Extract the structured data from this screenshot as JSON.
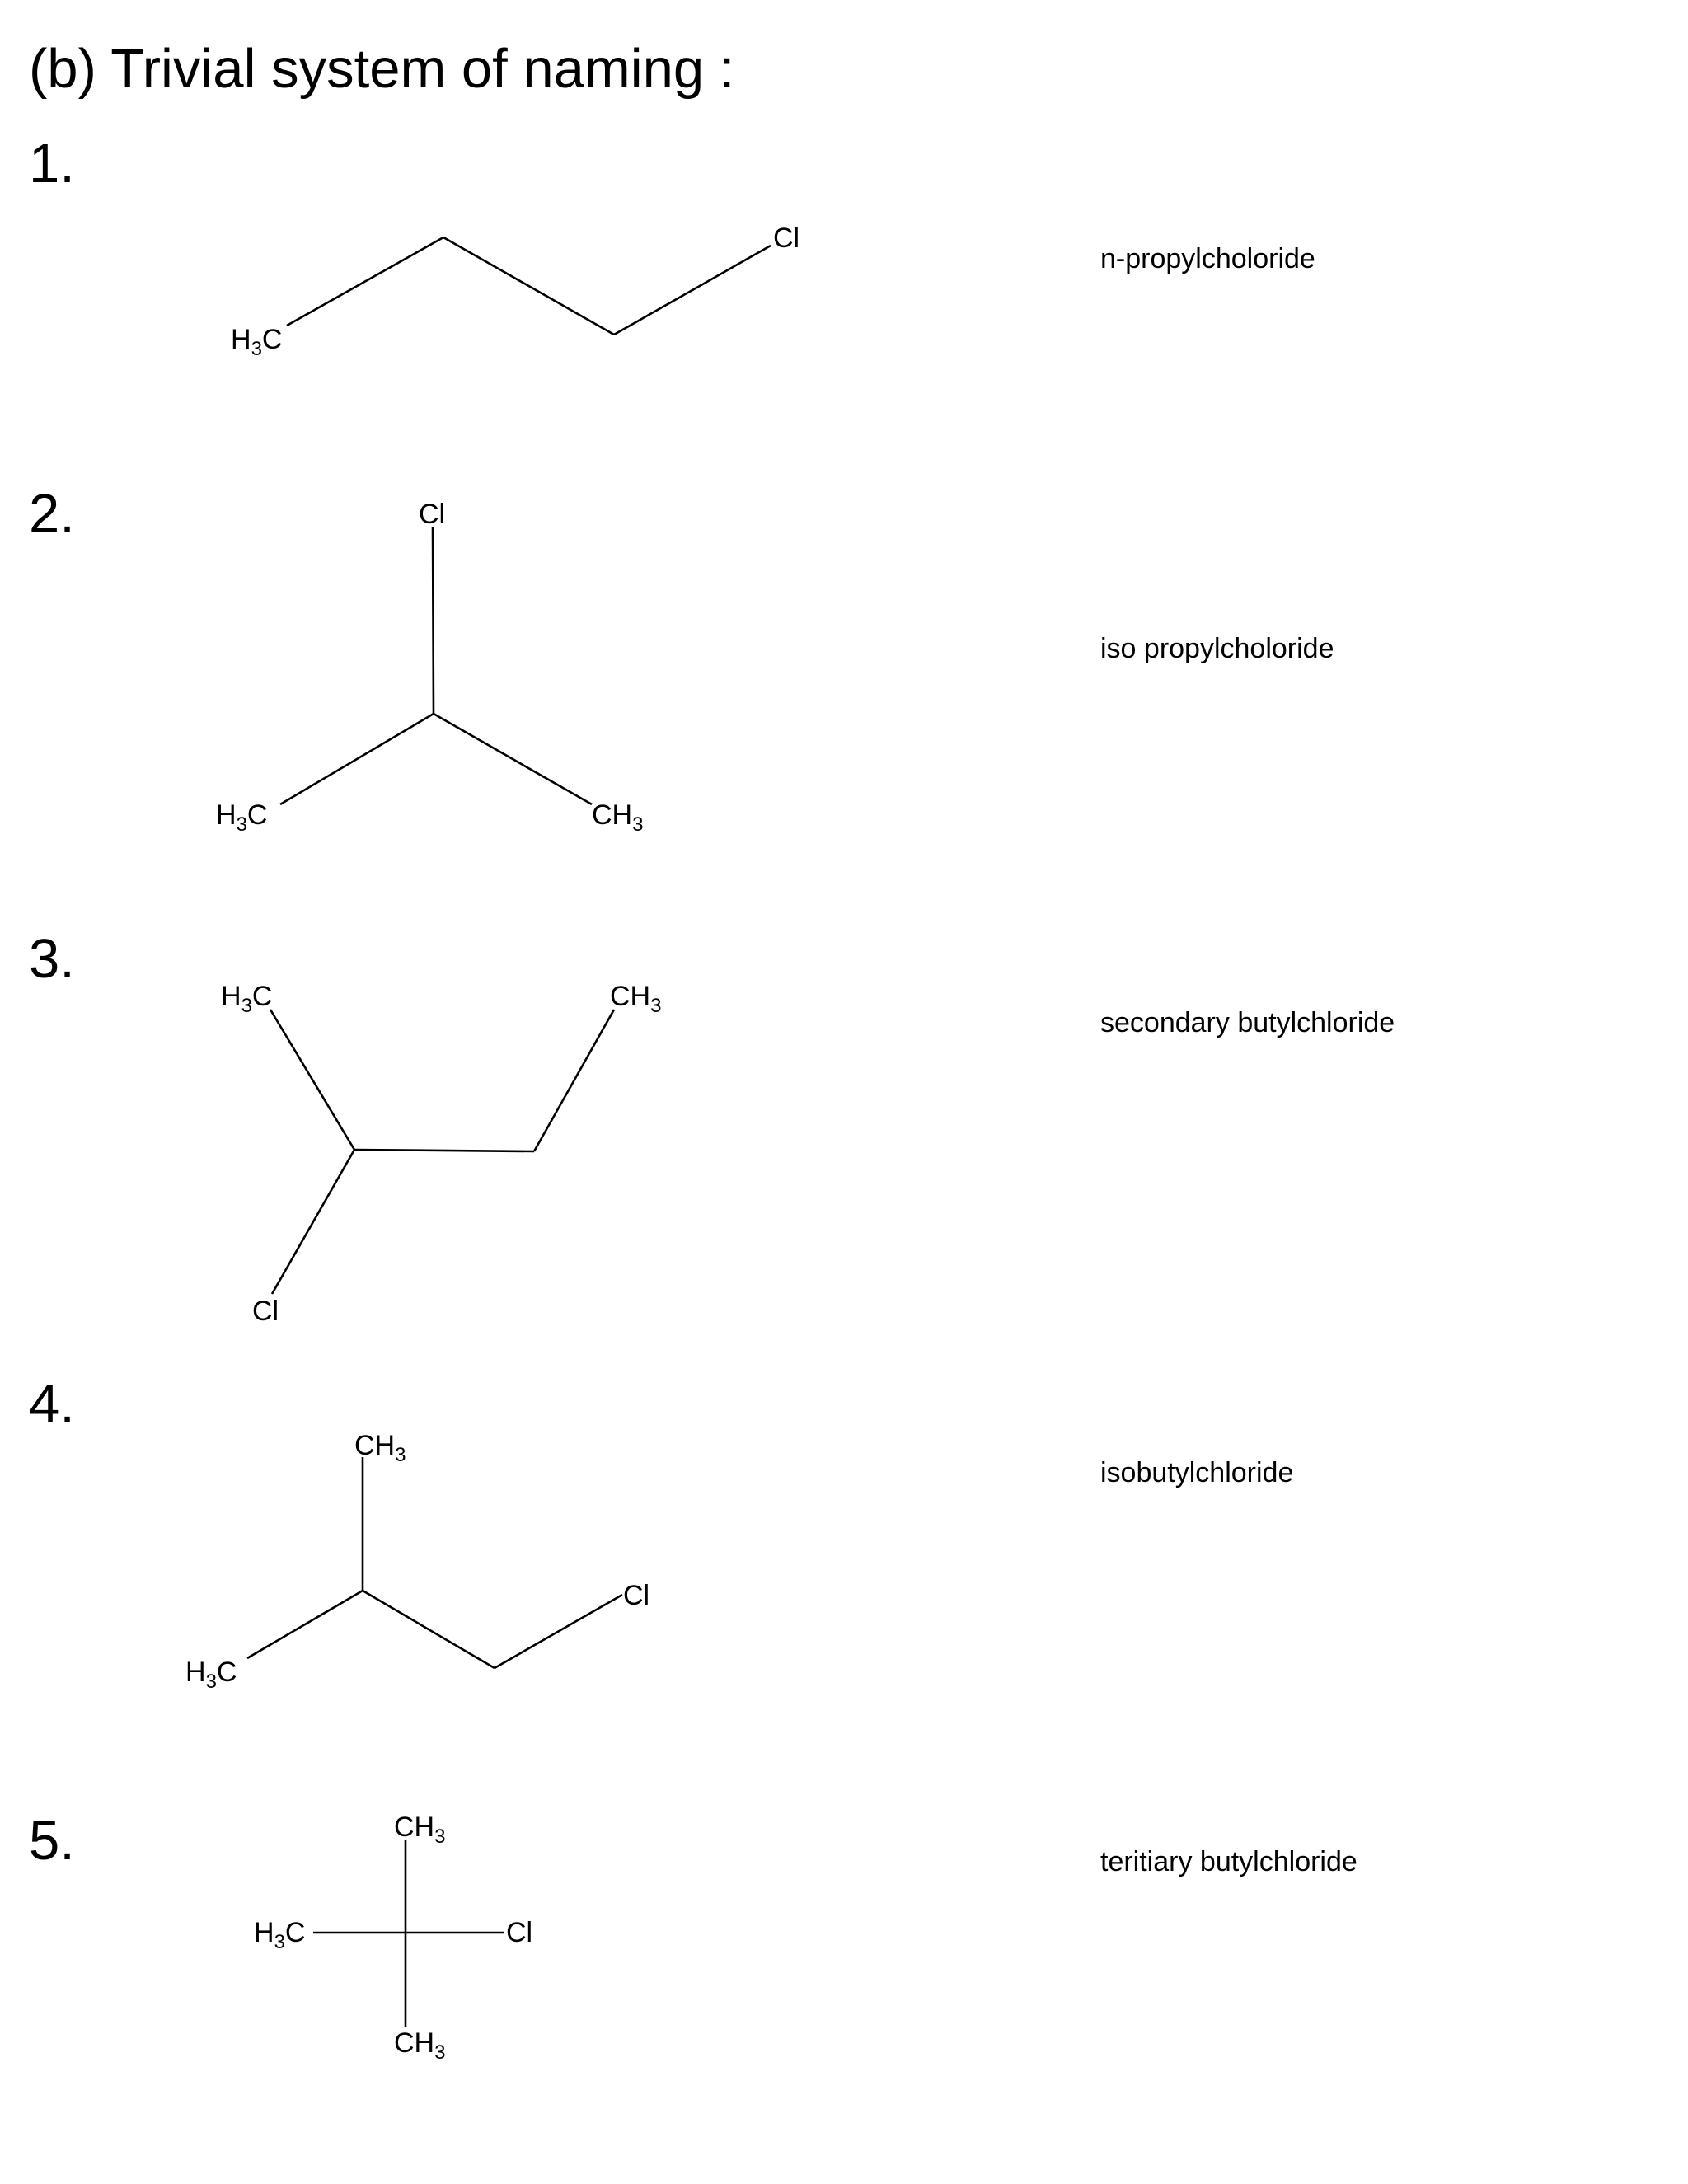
{
  "title": "(b) Trivial system of naming :",
  "compounds": [
    {
      "number": "1.",
      "name": "n-propylcholoride",
      "atoms": {
        "a1": "H",
        "a1_sub": "3",
        "a1_end": "C",
        "a2": "Cl"
      }
    },
    {
      "number": "2.",
      "name": "iso propylcholoride",
      "atoms": {
        "a1": "Cl",
        "a2": "H",
        "a2_sub": "3",
        "a2_end": "C",
        "a3": "CH",
        "a3_sub": "3"
      }
    },
    {
      "number": "3.",
      "name": "secondary butylchloride",
      "atoms": {
        "a1": "H",
        "a1_sub": "3",
        "a1_end": "C",
        "a2": "CH",
        "a2_sub": "3",
        "a3": "Cl"
      }
    },
    {
      "number": "4.",
      "name": "isobutylchloride",
      "atoms": {
        "a1": "CH",
        "a1_sub": "3",
        "a2": "Cl",
        "a3": "H",
        "a3_sub": "3",
        "a3_end": "C"
      }
    },
    {
      "number": "5.",
      "name": "teritiary butylchloride",
      "atoms": {
        "a1": "CH",
        "a1_sub": "3",
        "a2": "H",
        "a2_sub": "3",
        "a2_end": "C",
        "a3": "Cl",
        "a4": "CH",
        "a4_sub": "3"
      }
    }
  ]
}
